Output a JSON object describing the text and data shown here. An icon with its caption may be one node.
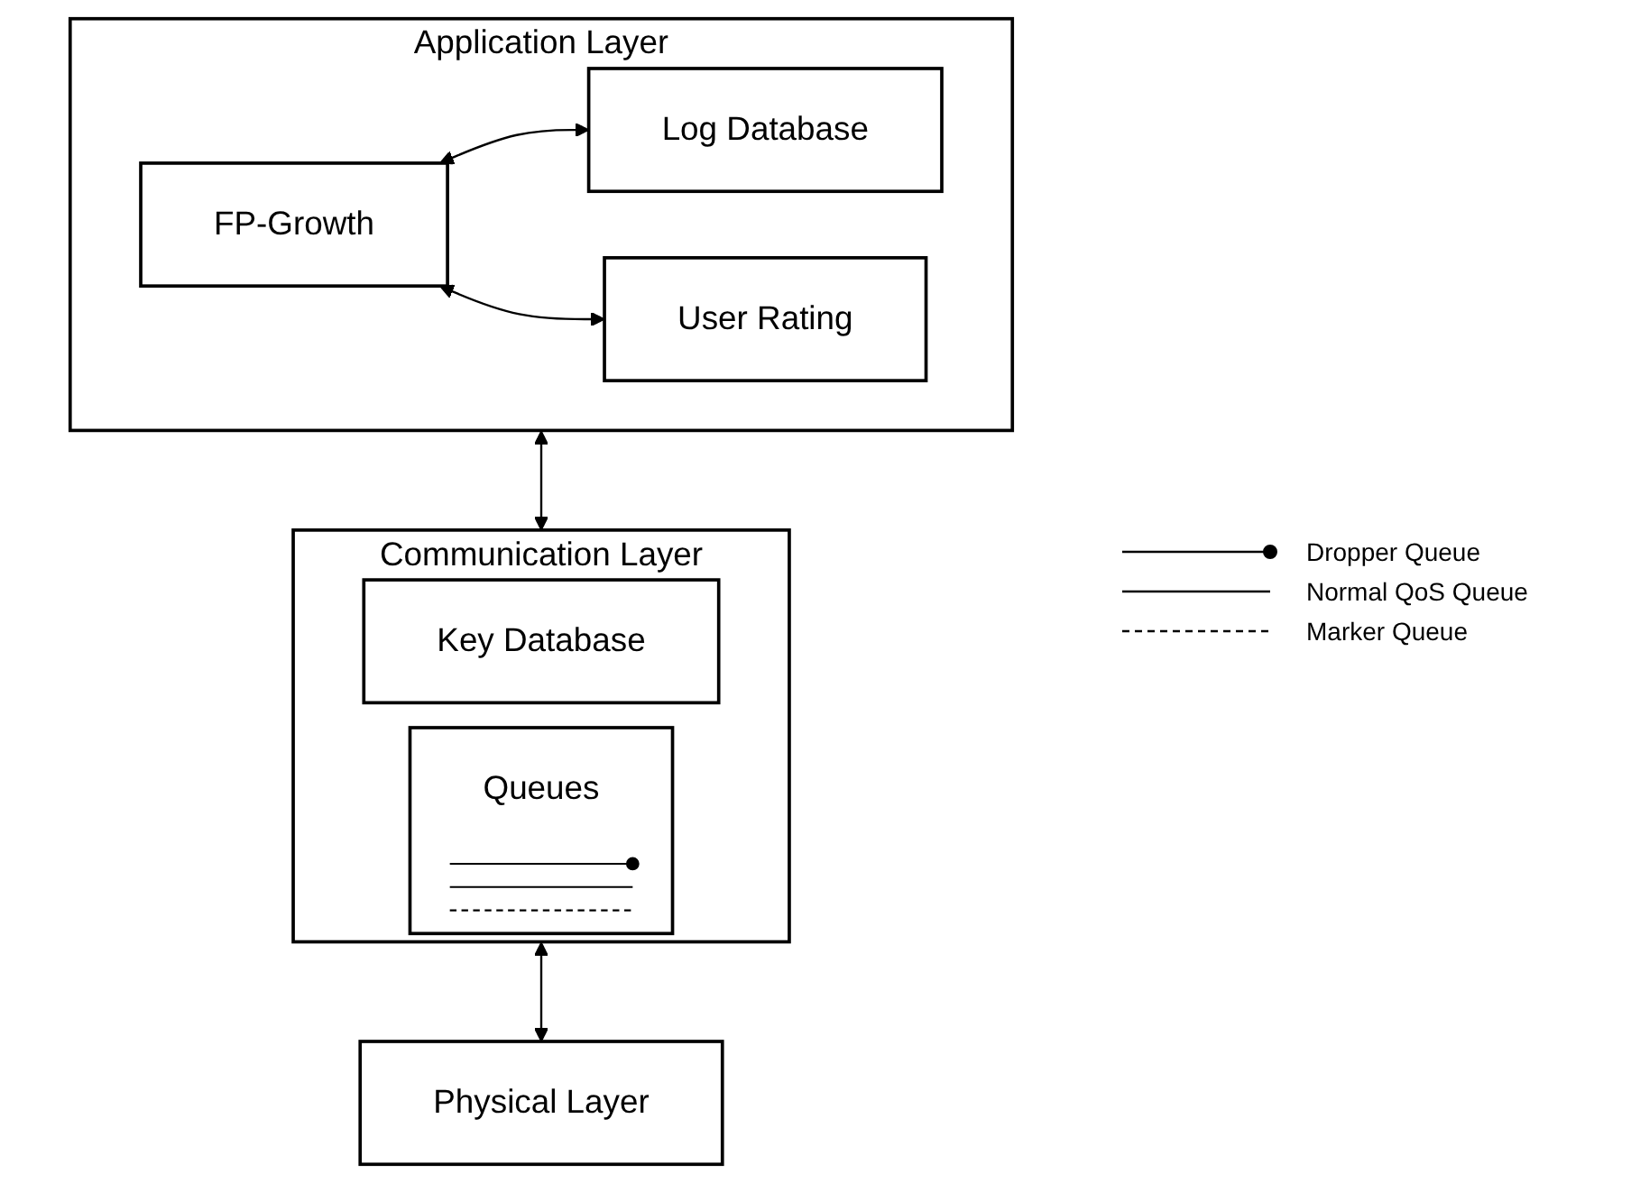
{
  "diagram": {
    "nodes": [
      {
        "text": [
          "Application Layer"
        ]
      },
      {
        "text": [
          "FP-Growth"
        ],
        "in": 0
      },
      {
        "text": [
          "Log Database"
        ],
        "in": 0
      },
      {
        "text": [
          "User Rating"
        ],
        "in": 0
      },
      {
        "text": [
          "Communication Layer"
        ]
      },
      {
        "text": [
          "Key Database"
        ],
        "in": 4
      },
      {
        "text": [
          "Queues"
        ],
        "in": 4
      },
      {
        "text": [
          "Physical Layer"
        ]
      }
    ],
    "edges": [
      {
        "from": 1,
        "to": 2,
        "arrow": "both"
      },
      {
        "from": 1,
        "to": 3,
        "arrow": "both"
      },
      {
        "from": 0,
        "to": 4,
        "arrow": "both"
      },
      {
        "from": 4,
        "to": 7,
        "arrow": "both"
      }
    ],
    "legend": [
      {
        "text": "Dropper Queue"
      },
      {
        "text": "Normal QoS Queue"
      },
      {
        "text": "Marker Queue"
      }
    ]
  }
}
